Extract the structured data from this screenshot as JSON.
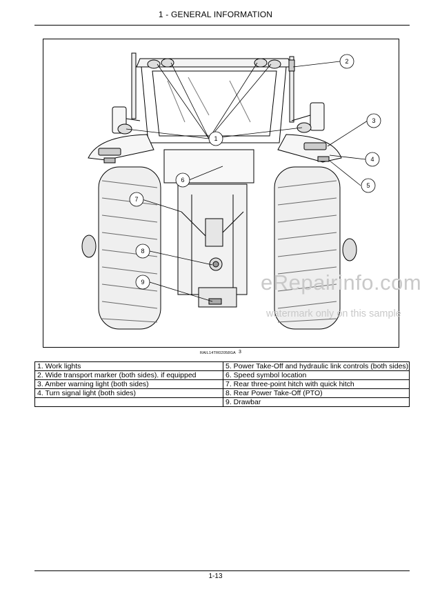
{
  "header": {
    "title": "1 - GENERAL INFORMATION"
  },
  "figure": {
    "reference_code": "RAIL14TR02058GA",
    "figure_number": "3",
    "callouts": [
      "1",
      "2",
      "3",
      "4",
      "5",
      "6",
      "7",
      "8",
      "9"
    ]
  },
  "legend": {
    "rows": [
      [
        "1. Work lights",
        "5. Power Take-Off and hydraulic link controls (both sides)"
      ],
      [
        "2. Wide transport marker (both sides). if equipped",
        "6. Speed symbol location"
      ],
      [
        "3. Amber warning light (both sides)",
        "7. Rear three-point hitch with quick hitch"
      ],
      [
        "4. Turn signal light (both sides)",
        "8. Rear Power Take-Off (PTO)"
      ],
      [
        "",
        "9. Drawbar"
      ]
    ]
  },
  "watermark": {
    "brand": "eRepairinfo.com",
    "notice": "watermark only on this sample"
  },
  "footer": {
    "page_number": "1-13"
  }
}
